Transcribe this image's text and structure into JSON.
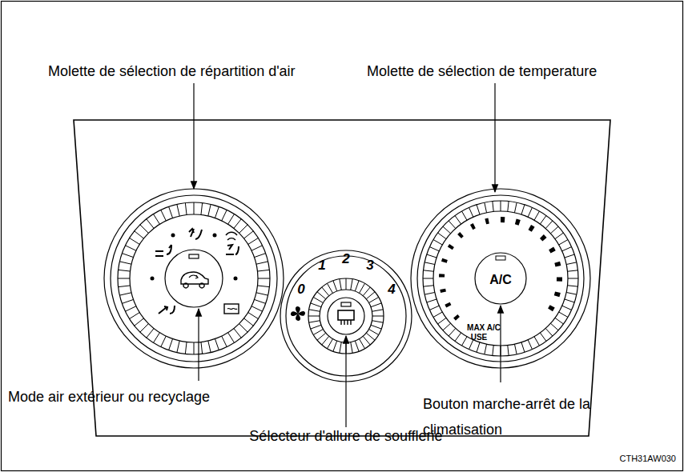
{
  "diagram": {
    "nodes": [
      {
        "text": [
          "A/C"
        ]
      }
    ],
    "labels": [
      "Molette de sélection de répartition d'air",
      "Molette de sélection de temperature",
      "0",
      "1",
      "2",
      "3",
      "4",
      "MAX A/C",
      "USE",
      "Mode air extérieur ou recyclage",
      "Bouton marche-arrêt de la climatisation",
      "Sélecteur d'allure de soufflerie",
      "CTH31AW030"
    ]
  }
}
